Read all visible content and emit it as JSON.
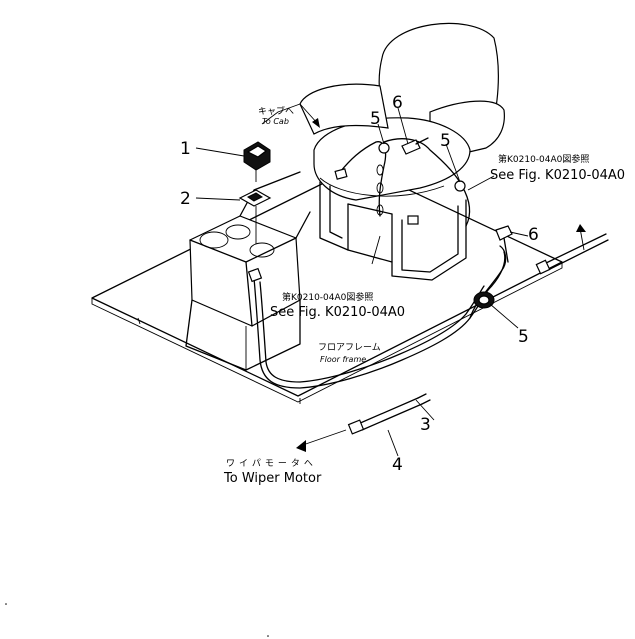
{
  "labels": {
    "cab_jp": "キャブへ",
    "cab_en": "To Cab",
    "wiper_jp": "ワイパモータへ",
    "wiper_en": "To Wiper Motor",
    "floor_jp": "フロアフレーム",
    "floor_en": "Floor frame",
    "ref_upper_jp": "第K0210-04A0図参照",
    "ref_upper_en": "See Fig. K0210-04A0",
    "ref_lower_jp": "第K0210-04A0図参照",
    "ref_lower_en": "See Fig. K0210-04A0"
  },
  "callouts": {
    "c1": "1",
    "c2": "2",
    "c3": "3",
    "c4": "4",
    "c5a": "5",
    "c5b": "5",
    "c5c": "5",
    "c6a": "6",
    "c6b": "6"
  }
}
